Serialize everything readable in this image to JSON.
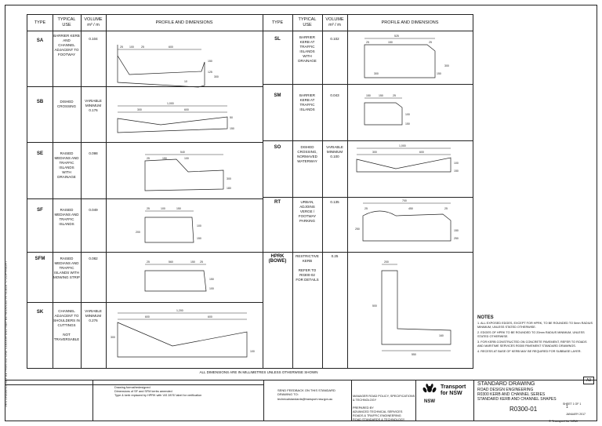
{
  "table": {
    "headers": {
      "type": "TYPE",
      "use": "TYPICAL\nUSE",
      "volume": "VOLUME\nm³ / m",
      "profile": "PROFILE AND DIMENSIONS"
    },
    "left": [
      {
        "type": "SA",
        "use": "BARRIER KERB\nAND\nCHANNEL\nADJACENT TO\nFOOTWAY",
        "volume": "0.104"
      },
      {
        "type": "SB",
        "use": "DISHED\nCROSSING",
        "volume": "VARIABLE\nMINIMUM\n0.176"
      },
      {
        "type": "SE",
        "use": "RAISED\nMEDIANS AND\nTRAFFIC\nISLANDS\nWITH\nDRAINAGE",
        "volume": "0.098"
      },
      {
        "type": "SF",
        "use": "RAISED\nMEDIANS AND\nTRAFFIC\nISLANDS",
        "volume": "0.049"
      },
      {
        "type": "SFM",
        "use": "RAISED\nMEDIANS AND\nTRAFFIC\nISLANDS WITH\nMOWING STRIP",
        "volume": "0.082"
      },
      {
        "type": "SK",
        "use": "CHANNEL\nADJACENT TO\nSHOULDERS IN\nCUTTINGS\n\nNOT\nTRAVERSABLE",
        "volume": "VARIABLE\nMINIMUM\n0.276"
      }
    ],
    "right": [
      {
        "type": "SL",
        "use": "BARRIER\nKERB AT\nTRAFFIC\nISLANDS\nWITH\nDRAINAGE",
        "volume": "0.102"
      },
      {
        "type": "SM",
        "use": "BARRIER\nKERB AT\nTRAFFIC\nISLANDS",
        "volume": "0.043"
      },
      {
        "type": "SO",
        "use": "DISHED\nCROSSING,\nNORMAVED\nWATERWAY",
        "volume": "VARIABLE\nMINIMUM\n0.100"
      },
      {
        "type": "RT",
        "use": "URBAN,\nADJOINS\nVERGE /\nFOOTWAY\nPARKING",
        "volume": "0.135"
      },
      {
        "type": "HPRK\n(BOWE)",
        "use": "RESTRICTIVE\nKERB\n\nREFER TO\nR0300-02\nFOR DETAILS",
        "volume": "0.25"
      }
    ],
    "dims": {
      "sa": [
        "25",
        "100",
        "25",
        "600",
        "150",
        "125",
        "300",
        "10"
      ],
      "sb": [
        "1,000",
        "300",
        "600",
        "50",
        "150"
      ],
      "se": [
        "540",
        "25",
        "150",
        "100",
        "300",
        "180"
      ],
      "sf": [
        "25",
        "100",
        "150",
        "200",
        "100",
        "150"
      ],
      "sfm": [
        "25",
        "560",
        "150",
        "25",
        "150",
        "100"
      ],
      "sk": [
        "1,200",
        "600",
        "600",
        "300",
        "100"
      ],
      "sl": [
        "525",
        "25",
        "150",
        "25",
        "300",
        "150",
        "300"
      ],
      "sm": [
        "150",
        "150",
        "25",
        "100",
        "150"
      ],
      "so": [
        "1,000",
        "300",
        "600",
        "100",
        "150"
      ],
      "rt": [
        "700",
        "25",
        "450",
        "25",
        "250",
        "150",
        "250"
      ],
      "hprk": [
        "200",
        "500",
        "550",
        "160"
      ]
    }
  },
  "footer_note": "ALL DIMENSIONS ARE IN MILLIMETRES UNLESS OTHERWISE SHOWN",
  "notes": {
    "title": "NOTES",
    "items": [
      "1.  ALL EXPOSED EDGES, EXCEPT FOR HPRK, TO BE ROUNDED TO 5mm RADIUS MINIMUM, UNLESS STATED OTHERWISE.",
      "2.  EDGES OF HPRK TO BE ROUNDED TO 20mm RADIUS MINIMUM, UNLESS STATED OTHERWISE.",
      "3.  FOR KERB CONSTRUCTED ON CONCRETE PAVEMENT, REFER TO ROADS AND MARITIME SERVICES R0300 PAVEMENT STANDARD DRAWINGS.",
      "4.  RECESS AT BASE OF KERB MAY BE REQUIRED FOR SUBBASE LAYER."
    ]
  },
  "title_block": {
    "drawing_type": "STANDARD DRAWING",
    "line1": "ROAD DESIGN ENGINEERING",
    "line2": "R0300 KERB AND CHANNEL SERIES",
    "line3": "STANDARD KERB AND CHANNEL SHAPES",
    "sheet": "SHEET 1 OF 1",
    "size": "A3",
    "drawing_number": "R0300-01",
    "revision": "1",
    "brand": "Transport\nfor NSW",
    "nsw": "NSW",
    "copyright": "© Transport for NSW",
    "feedback": "SEND FEEDBACK ON THIS STANDARD\nDRAWING TO:",
    "email": "technicalstandards@transport.nsw.gov.au",
    "prepared": "PREPARED BY\nADVANCED TECHNICAL SERVICES\nROADS & TRAFFIC ENGINEERING\nROAD STANDARDS & TECHNOLOGY",
    "manager": "MANAGER ROAD POLICY, SPECIFICATIONS & TECHNOLOGY",
    "date_issued": "JANUARY 2017"
  },
  "side_text": "THIS DRAWING MAY BE PRINTED ONE COLOUR AND MAY BE REDUCED IN SCALE. © COPYRIGHT",
  "revisions": [
    "Drawing format/redesigned",
    "Dimensions of SF and SFM kerbs amended",
    "Type & kerb replaced by HPRK with 'AS 2876' label for verification"
  ]
}
